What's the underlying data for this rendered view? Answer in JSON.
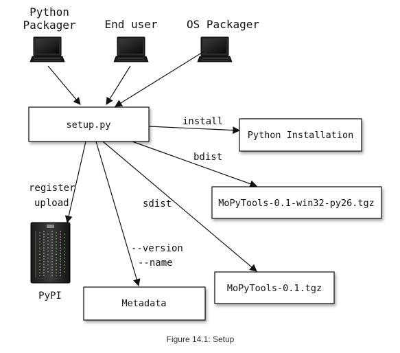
{
  "actors": {
    "python_packager": [
      "Python",
      "Packager"
    ],
    "end_user": "End user",
    "os_packager": "OS Packager"
  },
  "nodes": {
    "setup": "setup.py",
    "python_installation": "Python Installation",
    "bdist_file": "MoPyTools-0.1-win32-py26.tgz",
    "sdist_file": "MoPyTools-0.1.tgz",
    "metadata": "Metadata",
    "pypi": "PyPI"
  },
  "edges": {
    "install": "install",
    "bdist": "bdist",
    "sdist": "sdist",
    "register": "register",
    "upload": "upload",
    "version": "--version",
    "name": "--name"
  },
  "caption": "Figure 14.1: Setup"
}
